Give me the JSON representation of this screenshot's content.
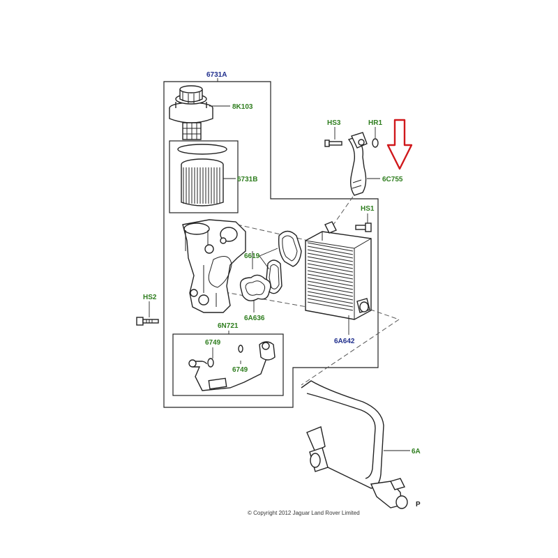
{
  "labels": {
    "assembly_main": "6731A",
    "filter_cap": "8K103",
    "filter_element": "6731B",
    "gaskets": "6619",
    "seal_ring": "6A636",
    "oil_cooler": "6A642",
    "hose_upper": "6C755",
    "pipe_assembly_group": "6N721",
    "clip_upper": "6749",
    "clip_lower": "6749",
    "bolt_hs1": "HS1",
    "bolt_hs2": "HS2",
    "bolt_hs3": "HS3",
    "ring_hr1": "HR1",
    "lower_pipe": "6A",
    "edge_marker": "P"
  },
  "copyright": "© Copyright 2012 Jaguar Land Rover Limited",
  "colors": {
    "part_number_green": "#2e7d1e",
    "assembly_number_blue": "#1f2e8c",
    "arrow_red": "#d0181c"
  },
  "icons": {
    "highlight_arrow": "down-arrow-icon"
  }
}
